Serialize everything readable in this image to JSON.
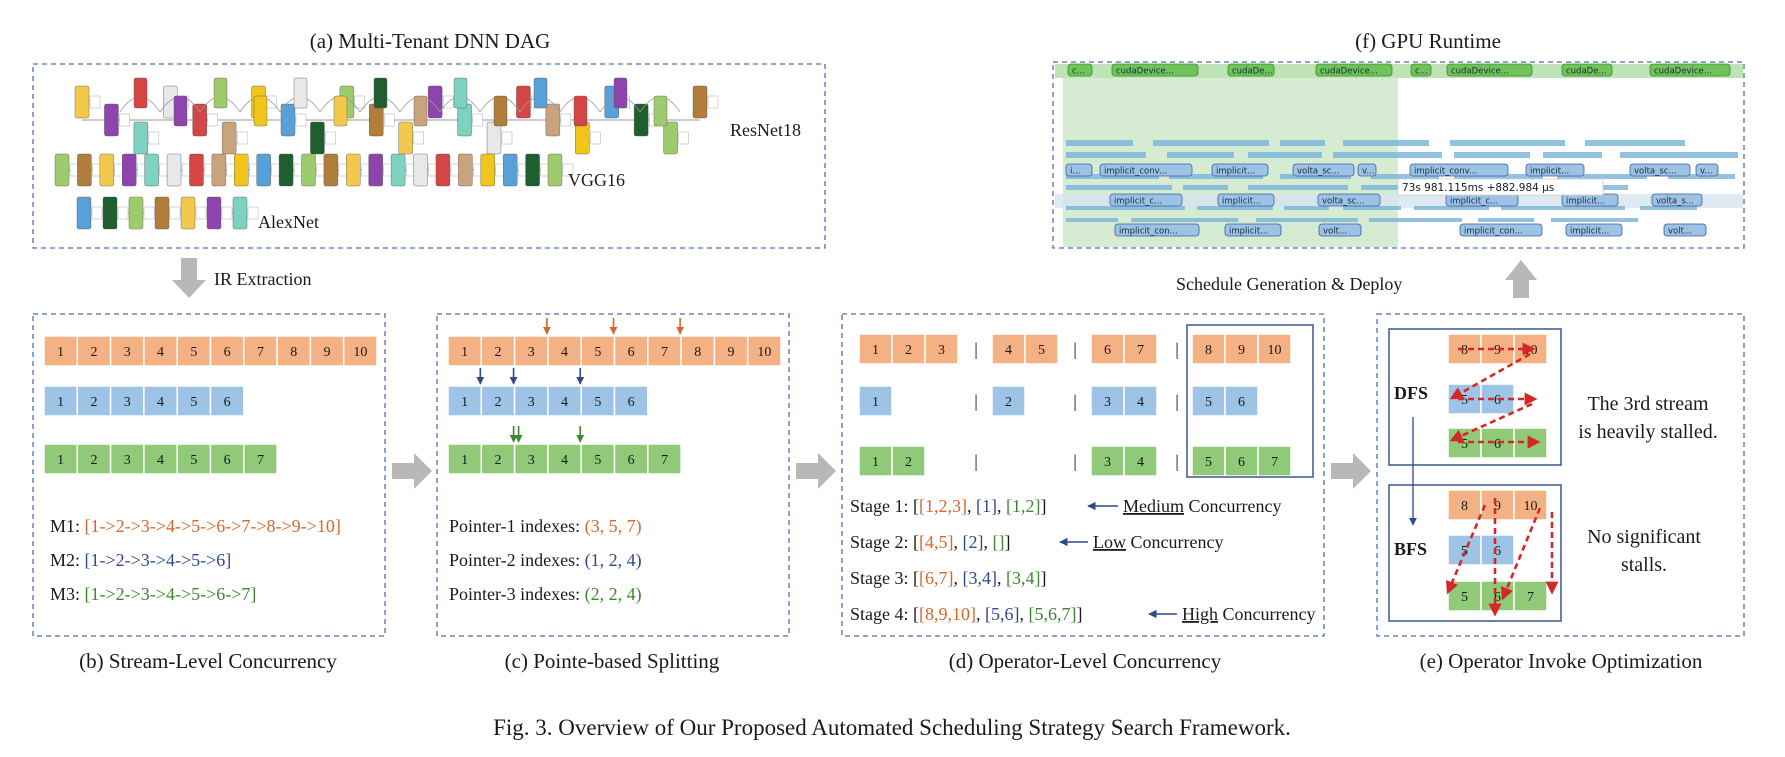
{
  "colors": {
    "orange_cell": "#f4b183",
    "blue_cell": "#9dc3e6",
    "green_cell": "#90c978",
    "orange_text": "#d9662a",
    "blue_text": "#2e4a8a",
    "green_text": "#3b8a2e",
    "dashed_border": "#4a6fb5",
    "stage_box": "#2e4a8a",
    "red_arrow": "#d62728",
    "arrow_gray": "#b8b8b8"
  },
  "panel_a": {
    "caption": "(a) Multi-Tenant DNN DAG",
    "models": [
      "ResNet18",
      "VGG16",
      "AlexNet"
    ]
  },
  "panel_f": {
    "caption": "(f) GPU Runtime",
    "kernels": [
      "c...",
      "cudaDevice...",
      "cudaDe...",
      "cudaDevice...",
      "c...",
      "cudaDevice...",
      "cudaDe...",
      "cudaDevice...",
      "i...",
      "implicit_conv...",
      "implicit...",
      "volta_sc...",
      "v...",
      "implicit_conv...",
      "implicit...",
      "volta_sc...",
      "v...",
      "implicit_c...",
      "implicit...",
      "volta_sc...",
      "implicit_c...",
      "implicit...",
      "volta_s...",
      "implicit_con...",
      "implicit...",
      "volt...",
      "implicit_con...",
      "implicit...",
      "volt..."
    ],
    "timestamp": "73s 981.115ms +882.984 μs"
  },
  "arrows": {
    "ir_extraction": "IR Extraction",
    "schedule": "Schedule Generation & Deploy"
  },
  "panel_b": {
    "caption": "(b) Stream-Level Concurrency",
    "streams": [
      [
        "1",
        "2",
        "3",
        "4",
        "5",
        "6",
        "7",
        "8",
        "9",
        "10"
      ],
      [
        "1",
        "2",
        "3",
        "4",
        "5",
        "6"
      ],
      [
        "1",
        "2",
        "3",
        "4",
        "5",
        "6",
        "7"
      ]
    ],
    "m1_label": "M1: ",
    "m1_value": "[1->2->3->4->5->6->7->8->9->10]",
    "m2_label": "M2: ",
    "m2_value": "[1->2->3->4->5->6]",
    "m3_label": "M3: ",
    "m3_value": "[1->2->3->4->5->6->7]"
  },
  "panel_c": {
    "caption": "(c) Pointe-based Splitting",
    "p1_label": "Pointer-1 indexes: ",
    "p1_value": "(3, 5, 7)",
    "p2_label": "Pointer-2 indexes: ",
    "p2_value": "(1, 2, 4)",
    "p3_label": "Pointer-3 indexes: ",
    "p3_value": "(2, 2, 4)"
  },
  "panel_d": {
    "caption": "(d) Operator-Level Concurrency",
    "separator": "|",
    "stage1_label": "Stage 1: [",
    "stage1_a": "[1,2,3]",
    "stage1_b": "[1]",
    "stage1_c": "[1,2]",
    "stage1_note_u": "Medium",
    "stage1_note": " Concurrency",
    "stage2_label": "Stage 2: [",
    "stage2_a": "[4,5]",
    "stage2_b": "[2]",
    "stage2_c": "[]",
    "stage2_note_u": "Low",
    "stage2_note": " Concurrency",
    "stage3_label": "Stage 3: [",
    "stage3_a": "[6,7]",
    "stage3_b": "[3,4]",
    "stage3_c": "[3,4]",
    "stage4_label": "Stage 4: [",
    "stage4_a": "[8,9,10]",
    "stage4_b": "[5,6]",
    "stage4_c": "[5,6,7]",
    "stage4_note_u": "High",
    "stage4_note": " Concurrency",
    "comma": ", ",
    "close": "]"
  },
  "panel_e": {
    "caption": "(e) Operator Invoke Optimization",
    "dfs": "DFS",
    "bfs": "BFS",
    "dfs_note_1": "The 3rd stream",
    "dfs_note_2": "is heavily stalled.",
    "bfs_note_1": "No significant",
    "bfs_note_2": "stalls."
  },
  "figure_caption": "Fig. 3.  Overview of Our Proposed Automated Scheduling Strategy Search Framework."
}
